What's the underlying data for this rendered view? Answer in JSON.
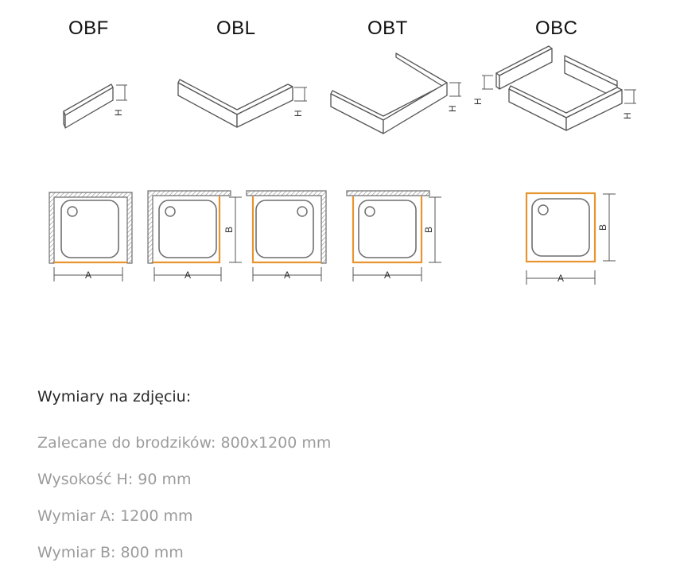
{
  "types": [
    {
      "id": "obf",
      "label": "OBF"
    },
    {
      "id": "obl",
      "label": "OBL"
    },
    {
      "id": "obt",
      "label": "OBT"
    },
    {
      "id": "obc",
      "label": "OBC"
    }
  ],
  "dimension_labels": {
    "height": "H",
    "width": "A",
    "depth": "B"
  },
  "colors": {
    "highlight": "#e8942f",
    "wall_hatch": "#8a8a8a",
    "line": "#6f6f6f"
  },
  "specs": {
    "heading": "Wymiary na zdjęciu:",
    "lines": [
      "Zalecane do brodzików: 800x1200 mm",
      "Wysokość H: 90 mm",
      "Wymiar A: 1200 mm",
      "Wymiar B: 800 mm"
    ]
  }
}
